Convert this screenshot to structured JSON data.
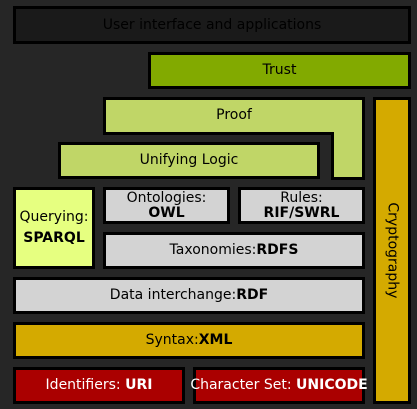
{
  "layers": {
    "ui": "User interface and applications",
    "trust": "Trust",
    "proof": "Proof",
    "unifying_logic": "Unifying Logic",
    "querying": {
      "prefix": "Querying:",
      "name": "SPARQL"
    },
    "ontologies": {
      "prefix": "Ontologies:",
      "name": "OWL"
    },
    "rules": {
      "prefix": "Rules:",
      "name": "RIF/SWRL"
    },
    "taxonomies": {
      "prefix": "Taxonomies:",
      "name": "RDFS"
    },
    "data_interchange": {
      "prefix": "Data interchange:",
      "name": "RDF"
    },
    "syntax": {
      "prefix": "Syntax:",
      "name": "XML"
    },
    "identifiers": {
      "prefix": "Identifiers: ",
      "name": "URI"
    },
    "character_set": {
      "prefix": "Character Set: ",
      "name": "UNICODE"
    },
    "cryptography": "Cryptography"
  },
  "colors": {
    "background": "#262626",
    "ui_layer": "#1a1a1a",
    "trust": "#82aa00",
    "proof": "#c0d667",
    "unifying_logic": "#c0d667",
    "querying": "#e6ff80",
    "grey_layers": "#d3d3d3",
    "syntax": "#d4aa00",
    "cryptography": "#d4aa00",
    "identifiers": "#aa0000",
    "character_set": "#aa0000"
  }
}
